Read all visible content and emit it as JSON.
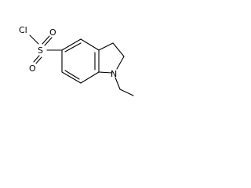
{
  "molecule": {
    "atoms": {
      "chlorine": "Cl",
      "sulfur": "S",
      "oxygen_upper": "O",
      "oxygen_lower": "O",
      "nitrogen": "N"
    }
  }
}
